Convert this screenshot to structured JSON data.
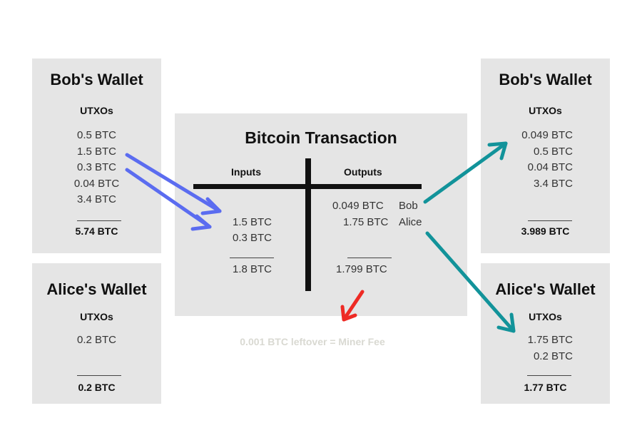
{
  "bob_before": {
    "title": "Bob's Wallet",
    "utxo_label": "UTXOs",
    "utxos": [
      "0.5 BTC",
      "1.5 BTC",
      "0.3 BTC",
      "0.04 BTC",
      "3.4 BTC"
    ],
    "total": "5.74 BTC"
  },
  "alice_before": {
    "title": "Alice's Wallet",
    "utxo_label": "UTXOs",
    "utxos": [
      "0.2 BTC"
    ],
    "total": "0.2 BTC"
  },
  "transaction": {
    "title": "Bitcoin Transaction",
    "inputs_label": "Inputs",
    "outputs_label": "Outputs",
    "inputs": [
      "1.5 BTC",
      "0.3 BTC"
    ],
    "inputs_total": "1.8 BTC",
    "outputs": [
      {
        "amount": "0.049 BTC",
        "recipient": "Bob"
      },
      {
        "amount": "1.75 BTC",
        "recipient": "Alice"
      }
    ],
    "outputs_total": "1.799 BTC"
  },
  "fee_note": "0.001 BTC leftover = Miner Fee",
  "bob_after": {
    "title": "Bob's Wallet",
    "utxo_label": "UTXOs",
    "utxos": [
      "0.049 BTC",
      "0.5 BTC",
      "0.04 BTC",
      "3.4 BTC"
    ],
    "total": "3.989 BTC"
  },
  "alice_after": {
    "title": "Alice's Wallet",
    "utxo_label": "UTXOs",
    "utxos": [
      "1.75 BTC",
      "0.2 BTC"
    ],
    "total": "1.77 BTC"
  },
  "colors": {
    "panel": "#e5e5e5",
    "input_arrow": "#5b6cf0",
    "output_arrow": "#12939a",
    "fee_arrow": "#ee2a24",
    "fee_text": "#d9d9d2"
  },
  "icons": {
    "input_arrows": "arrow-right-down",
    "output_arrows": "arrow-diagonal",
    "fee_arrow": "arrow-down-left"
  }
}
